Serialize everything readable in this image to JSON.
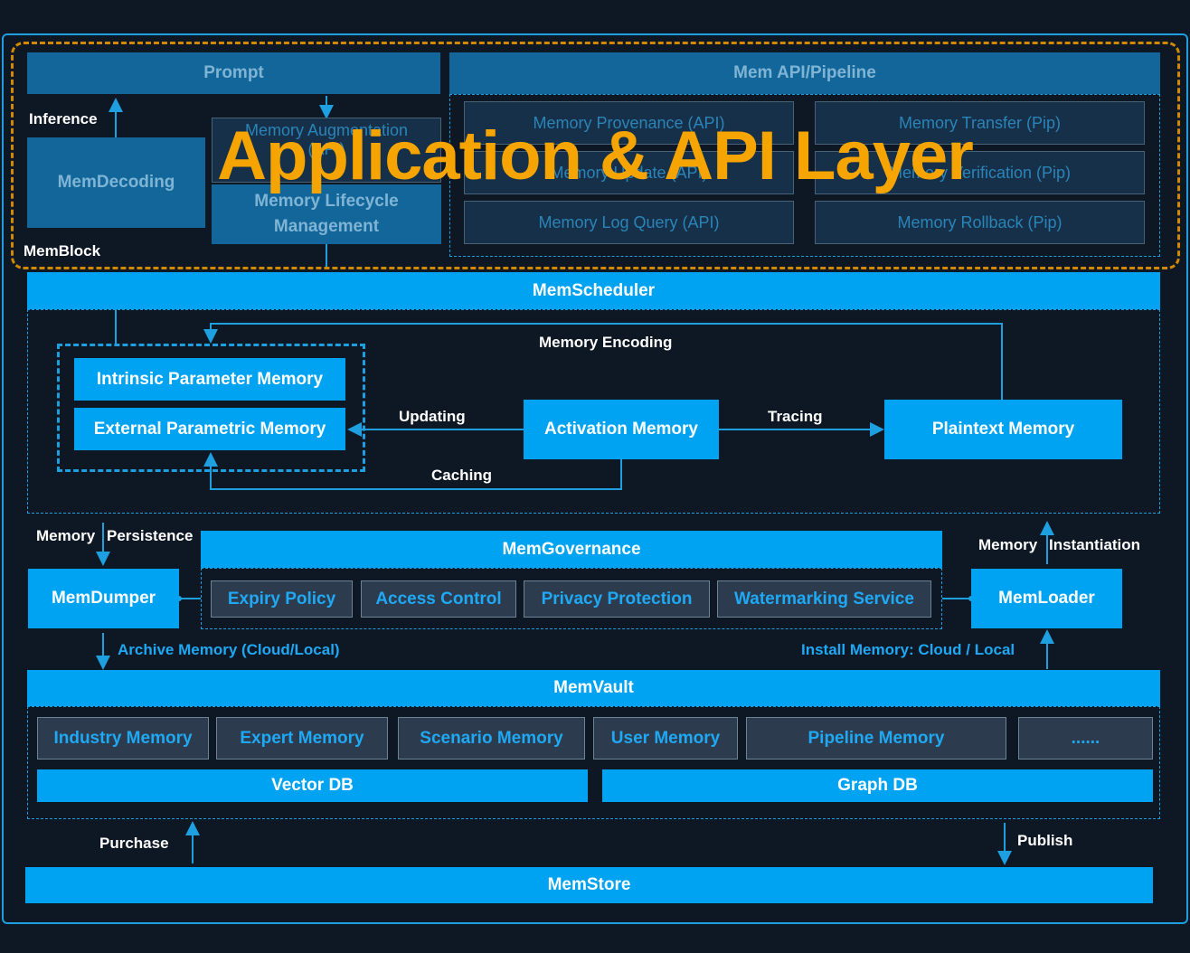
{
  "overlay": {
    "title": "Application & API Layer"
  },
  "app": {
    "prompt": "Prompt",
    "mem_api_pipeline": "Mem API/Pipeline",
    "inference": "Inference",
    "memdecoding": "MemDecoding",
    "memblock": "MemBlock",
    "mem_augmentation": "Memory Augmentation",
    "mem_augmentation_sub": "(API)",
    "mem_lifecycle": "Memory Lifecycle Management",
    "api_items": [
      "Memory Provenance (API)",
      "Memory Transfer (Pip)",
      "Memory Update (API)",
      "Memory Verification (Pip)",
      "Memory Log Query (API)",
      "Memory Rollback (Pip)"
    ]
  },
  "scheduler": {
    "title": "MemScheduler",
    "memory_encoding": "Memory Encoding",
    "intrinsic": "Intrinsic Parameter Memory",
    "external": "External Parametric Memory",
    "updating": "Updating",
    "activation": "Activation Memory",
    "tracing": "Tracing",
    "plaintext": "Plaintext Memory",
    "caching": "Caching"
  },
  "governance": {
    "persistence_left": "Memory",
    "persistence_right": "Persistence",
    "title": "MemGovernance",
    "instantiation_left": "Memory",
    "instantiation_right": "Instantiation",
    "memdumper": "MemDumper",
    "memloader": "MemLoader",
    "policies": [
      "Expiry Policy",
      "Access Control",
      "Privacy Protection",
      "Watermarking Service"
    ],
    "archive": "Archive Memory (Cloud/Local)",
    "install": "Install Memory: Cloud / Local"
  },
  "vault": {
    "title": "MemVault",
    "items": [
      "Industry Memory",
      "Expert Memory",
      "Scenario Memory",
      "User Memory",
      "Pipeline Memory",
      "......"
    ],
    "vector_db": "Vector DB",
    "graph_db": "Graph DB"
  },
  "store": {
    "purchase": "Purchase",
    "publish": "Publish",
    "title": "MemStore"
  },
  "colors": {
    "background": "#0e1724",
    "accent": "#00a3f2",
    "overlay_text": "#f6a500"
  }
}
